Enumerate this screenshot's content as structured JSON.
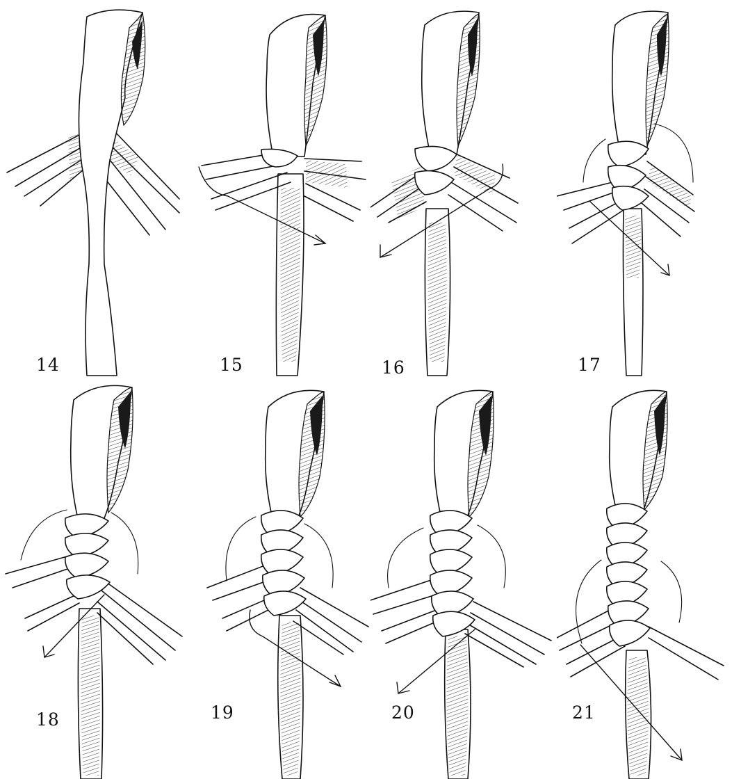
{
  "panels": [
    {
      "step": "14"
    },
    {
      "step": "15"
    },
    {
      "step": "16"
    },
    {
      "step": "17"
    },
    {
      "step": "18"
    },
    {
      "step": "19"
    },
    {
      "step": "20"
    },
    {
      "step": "21"
    }
  ],
  "colors": {
    "ink": "#111111",
    "paper": "#ffffff"
  }
}
